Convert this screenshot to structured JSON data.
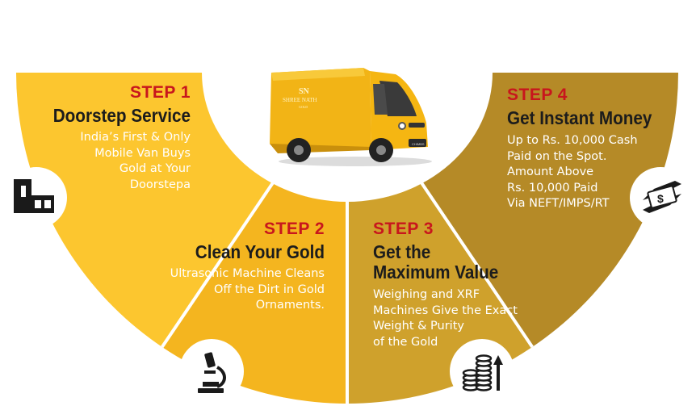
{
  "van": {
    "brand_text": "SHREE NATH",
    "sub_text": "GOLD",
    "side_text": "CHIMBS"
  },
  "colors": {
    "step1": "#fcc62f",
    "step2": "#f4b51f",
    "step3": "#cfa12c",
    "step4": "#b58a27",
    "step_label": "#c8161d",
    "title": "#1c1c1c"
  },
  "steps": [
    {
      "label": "STEP 1",
      "title": "Doorstep Service",
      "desc": "India’s First & Only\nMobile Van Buys\nGold at Your\nDoorstepa",
      "icon": "shop-icon"
    },
    {
      "label": "STEP 2",
      "title": "Clean Your Gold",
      "desc": "Ultrasonic Machine Cleans\nOff the Dirt in Gold\nOrnaments.",
      "icon": "microscope-icon"
    },
    {
      "label": "STEP 3",
      "title": "Get the\nMaximum Value",
      "desc": "Weighing and XRF\nMachines Give the Exact\nWeight &  Purity\nof the Gold",
      "icon": "coin-stack-icon"
    },
    {
      "label": "STEP 4",
      "title": "Get Instant Money",
      "desc": "Up to Rs. 10,000 Cash\nPaid on the Spot.\nAmount Above\nRs. 10,000 Paid\n Via NEFT/IMPS/RT",
      "icon": "money-exchange-icon"
    }
  ]
}
